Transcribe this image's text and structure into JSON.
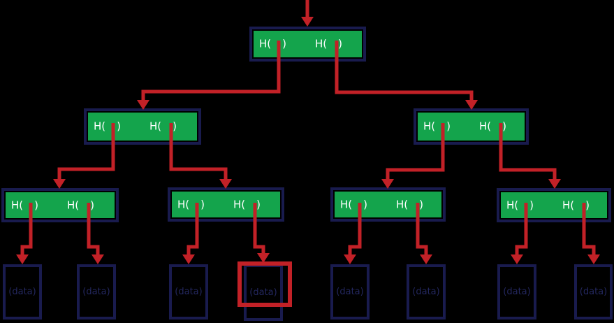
{
  "labels": {
    "hash_prefix": "H(",
    "hash_suffix": ")",
    "data": "(data)"
  },
  "structure": {
    "hash_nodes_per_level": [
      1,
      2,
      4
    ],
    "leaf_count": 8,
    "labels_per_hash_node": 2,
    "highlighted_leaf_index": 4
  },
  "colors": {
    "background": "#000000",
    "box_border_navy": "#191b4e",
    "hash_fill_green": "#14a44c",
    "arrow_red": "#c22127",
    "highlight_red": "#c22127",
    "hash_text": "#ffffff",
    "data_text": "#23275e"
  }
}
